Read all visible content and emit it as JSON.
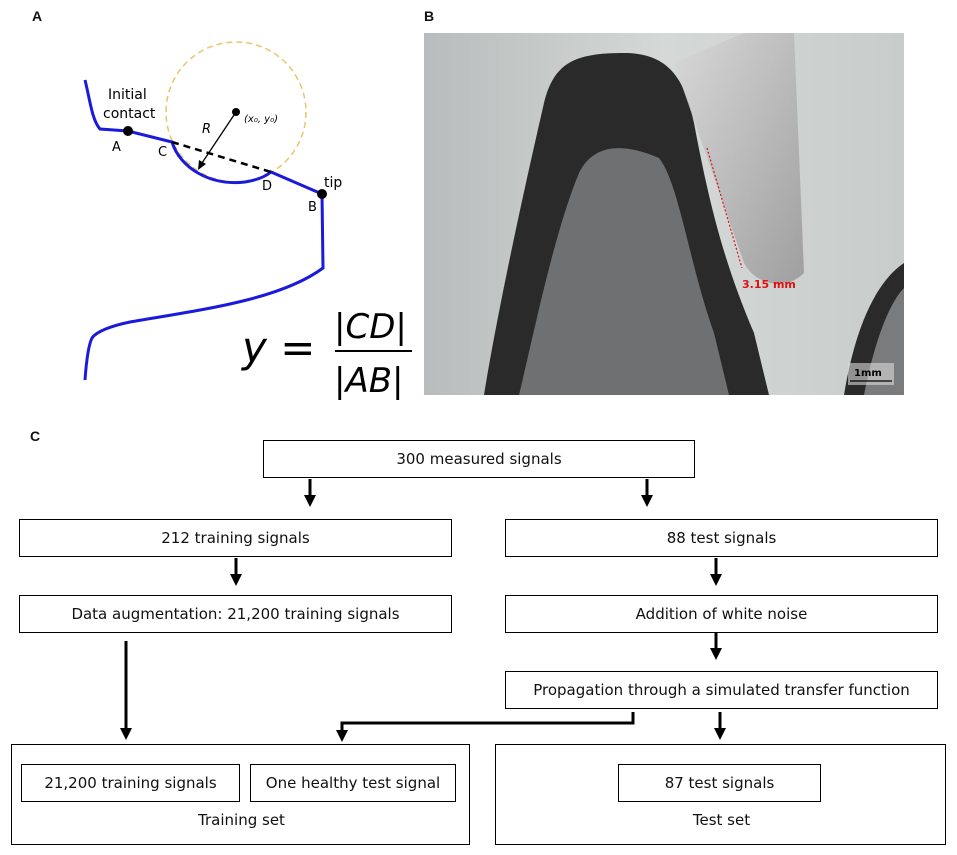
{
  "panels": {
    "a": "A",
    "b": "B",
    "c": "C"
  },
  "schematic": {
    "initial_contact_line1": "Initial",
    "initial_contact_line2": "contact",
    "point_a": "A",
    "point_b": "B",
    "point_c": "C",
    "point_d": "D",
    "radius": "R",
    "center": "(x₀, y₀)",
    "tip": "tip",
    "formula_lhs": "y =",
    "formula_num": "|CD|",
    "formula_den": "|AB|"
  },
  "photo": {
    "measurement": "3.15 mm",
    "scale_bar": "1mm"
  },
  "flowchart": {
    "measured": "300 measured signals",
    "training": "212 training signals",
    "test": "88 test signals",
    "augmentation": "Data augmentation: 21,200 training signals",
    "noise": "Addition of white noise",
    "propagation": "Propagation through a simulated transfer function",
    "train_signals": "21,200  training signals",
    "healthy": "One healthy test signal",
    "training_set": "Training set",
    "test_signals": "87 test signals",
    "test_set": "Test set"
  },
  "colors": {
    "curve": "#1a1adc",
    "circle": "#e8c76a",
    "measure": "#e01010"
  }
}
